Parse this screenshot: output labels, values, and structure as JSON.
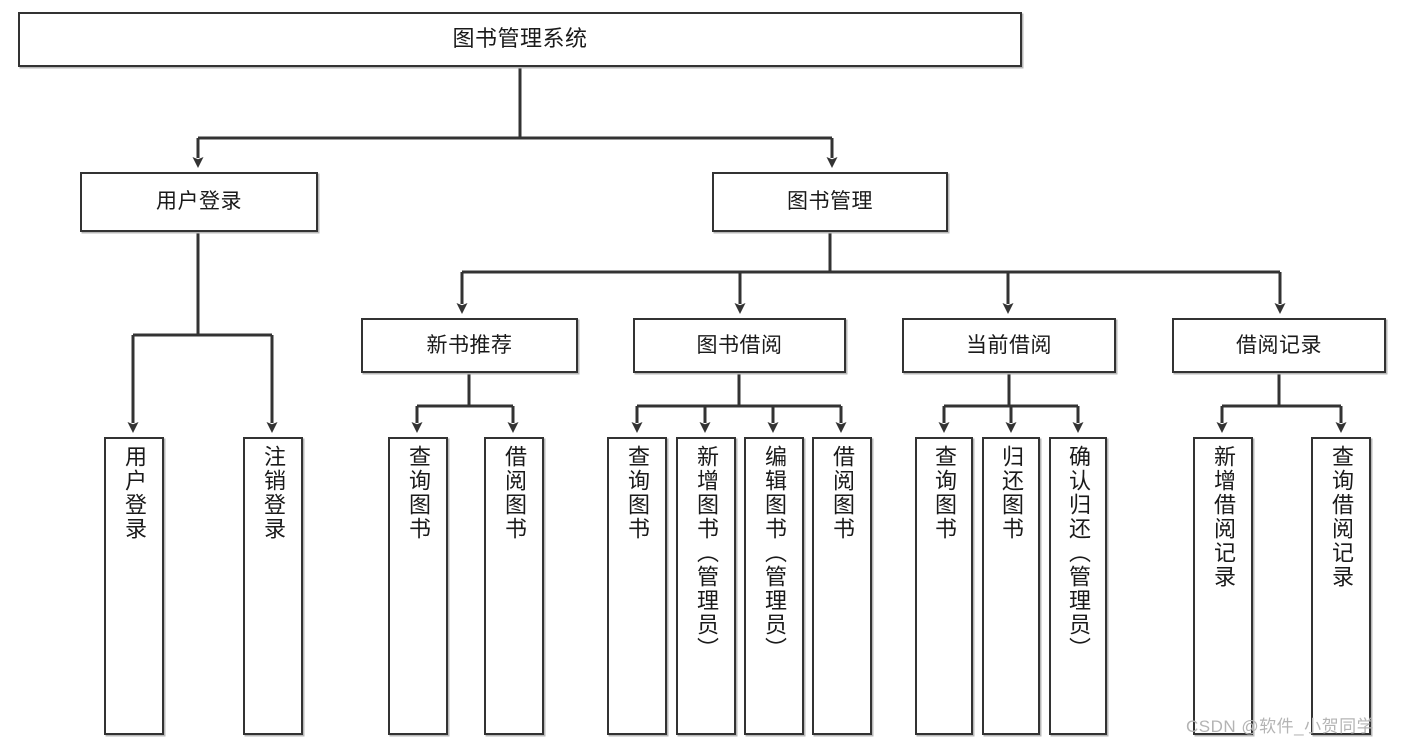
{
  "diagram": {
    "title": "图书管理系统",
    "type": "hierarchy-tree",
    "levels": {
      "root": {
        "label": "图书管理系统"
      },
      "level2": [
        {
          "id": "user-login",
          "label": "用户登录"
        },
        {
          "id": "book-management",
          "label": "图书管理"
        }
      ],
      "level3": [
        {
          "id": "new-book-recommend",
          "label": "新书推荐"
        },
        {
          "id": "book-borrow",
          "label": "图书借阅"
        },
        {
          "id": "current-borrow",
          "label": "当前借阅"
        },
        {
          "id": "borrow-record",
          "label": "借阅记录"
        }
      ],
      "leaves": {
        "user_login": [
          {
            "id": "leaf-user-login",
            "label": "用户登录"
          },
          {
            "id": "leaf-logout-login",
            "label": "注销登录"
          }
        ],
        "new_book_recommend": [
          {
            "id": "leaf-query-book-1",
            "label": "查询图书"
          },
          {
            "id": "leaf-borrow-book-1",
            "label": "借阅图书"
          }
        ],
        "book_borrow": [
          {
            "id": "leaf-query-book-2",
            "label": "查询图书"
          },
          {
            "id": "leaf-add-book",
            "label": "新增图书（管理员）"
          },
          {
            "id": "leaf-edit-book",
            "label": "编辑图书（管理员）"
          },
          {
            "id": "leaf-borrow-book-2",
            "label": "借阅图书"
          }
        ],
        "current_borrow": [
          {
            "id": "leaf-query-book-3",
            "label": "查询图书"
          },
          {
            "id": "leaf-return-book",
            "label": "归还图书"
          },
          {
            "id": "leaf-confirm-return",
            "label": "确认归还（管理员）"
          }
        ],
        "borrow_record": [
          {
            "id": "leaf-add-borrow-record",
            "label": "新增借阅记录"
          },
          {
            "id": "leaf-query-borrow-record",
            "label": "查询借阅记录"
          }
        ]
      }
    },
    "colors": {
      "border": "#333333",
      "fill": "#ffffff",
      "shadow": "#b8b8b8",
      "text": "#1a1a1a",
      "watermark": "#b4b4b4"
    }
  },
  "watermark": {
    "text": "CSDN @软件_小贺同学"
  }
}
